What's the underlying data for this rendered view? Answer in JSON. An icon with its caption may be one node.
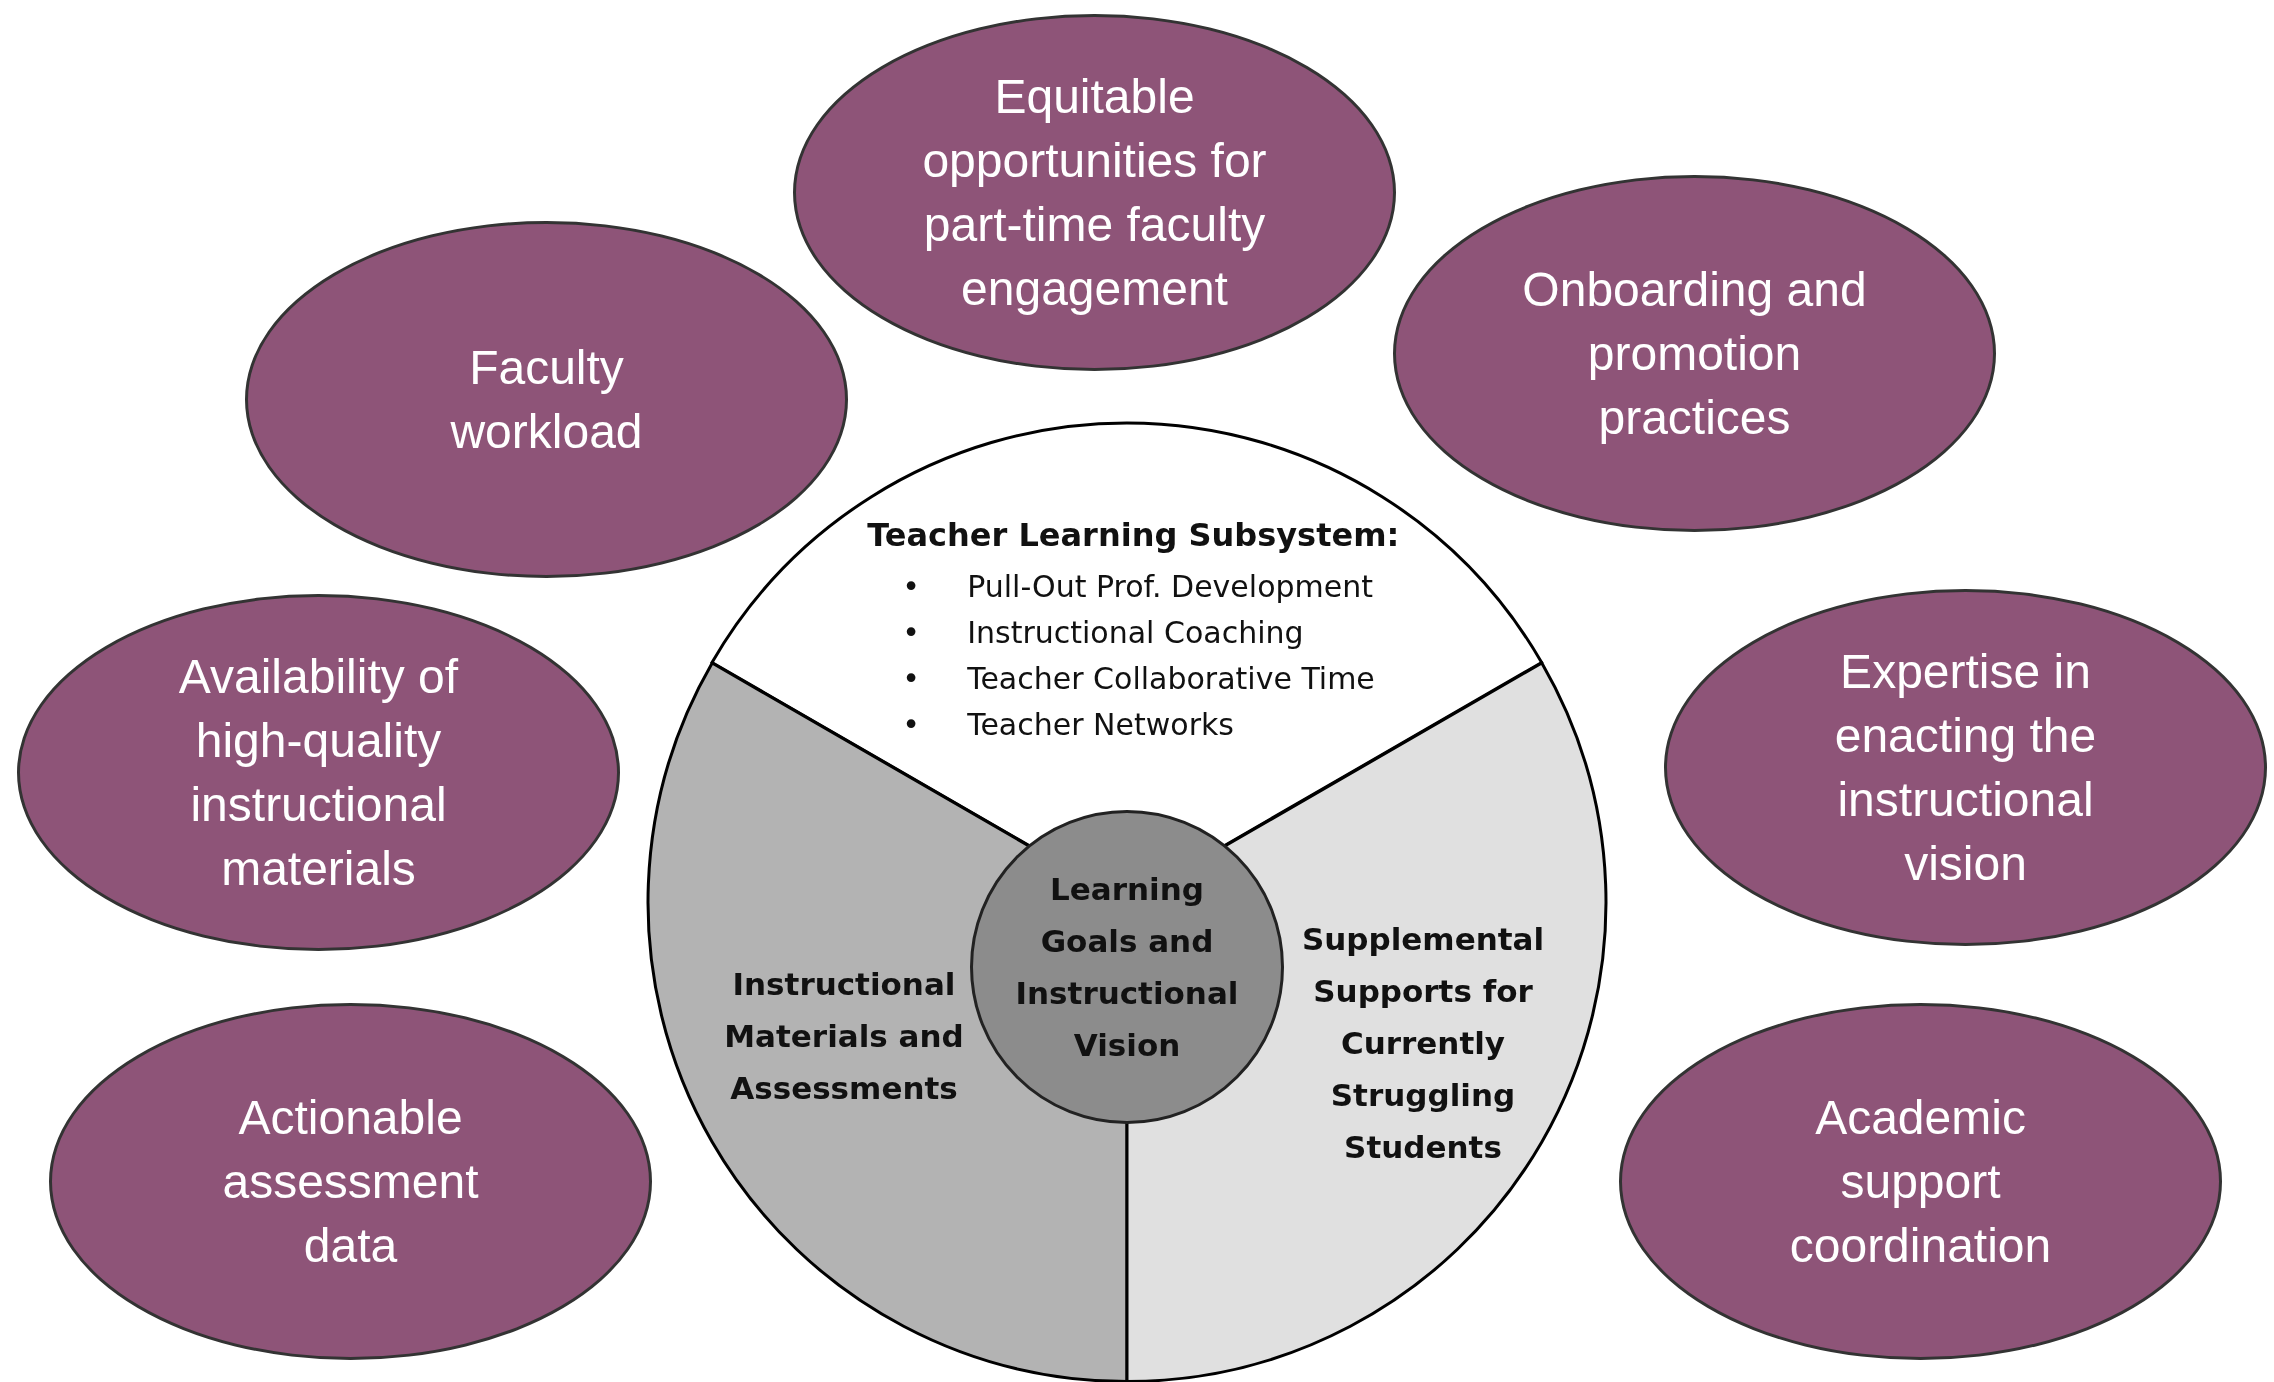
{
  "diagram": {
    "nodes": [
      {
        "text": [
          "Equitable opportunities for part-time faculty engagement"
        ]
      },
      {
        "text": [
          "Faculty workload"
        ]
      },
      {
        "text": [
          "Onboarding and promotion practices"
        ]
      },
      {
        "text": [
          "Availability of high-quality instructional materials"
        ]
      },
      {
        "text": [
          "Expertise in enacting the instructional vision"
        ]
      },
      {
        "text": [
          "Actionable assessment data"
        ]
      },
      {
        "text": [
          "Academic support coordination"
        ]
      },
      {
        "text": [],
        "shape": "circle"
      },
      {
        "text": [
          "Teacher Learning Subsystem:",
          "Pull-Out Prof. Development",
          "Instructional Coaching",
          "Teacher Collaborative Time",
          "Teacher Networks"
        ],
        "in": 7
      },
      {
        "text": [
          "Instructional Materials and Assessments"
        ],
        "in": 7
      },
      {
        "text": [
          "Supplemental Supports for Currently Struggling Students"
        ],
        "in": 7
      },
      {
        "text": [
          "Learning Goals and Instructional Vision"
        ],
        "in": 7
      }
    ],
    "edges": [],
    "labels": [
      "•",
      "•",
      "•",
      "•"
    ]
  }
}
